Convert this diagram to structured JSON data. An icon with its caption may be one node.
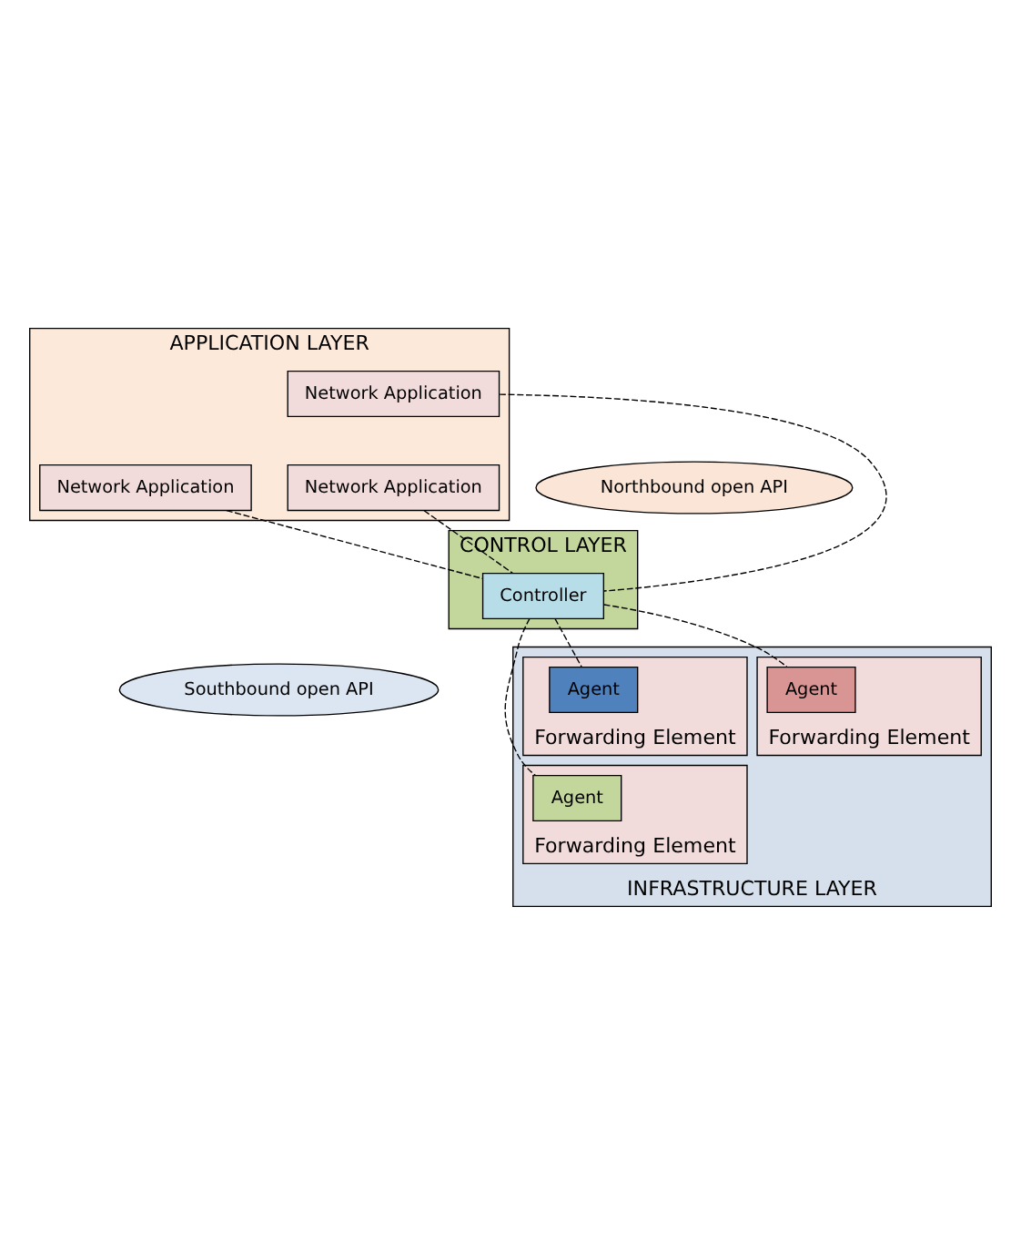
{
  "diagram": {
    "nodes": [
      {
        "text": [
          "APPLICATION LAYER"
        ]
      },
      {
        "text": [
          "Network Application"
        ],
        "in": 0
      },
      {
        "text": [
          "Network Application"
        ],
        "in": 0
      },
      {
        "text": [
          "Network Application"
        ],
        "in": 0
      },
      {
        "text": [
          "Northbound open API"
        ]
      },
      {
        "text": [
          "CONTROL LAYER"
        ]
      },
      {
        "text": [
          "Controller"
        ],
        "in": 5
      },
      {
        "text": [
          "Southbound open API"
        ]
      },
      {
        "text": [
          "INFRASTRUCTURE LAYER"
        ]
      },
      {
        "text": [
          "Forwarding Element"
        ],
        "in": 8
      },
      {
        "text": [
          "Agent"
        ],
        "in": 9
      },
      {
        "text": [
          "Forwarding Element"
        ],
        "in": 8
      },
      {
        "text": [
          "Agent"
        ],
        "in": 11
      },
      {
        "text": [
          "Forwarding Element"
        ],
        "in": 8
      },
      {
        "text": [
          "Agent"
        ],
        "in": 13
      }
    ],
    "edges": [
      {
        "from": 1,
        "to": 6,
        "arrow": "none",
        "style": "dashed"
      },
      {
        "from": 2,
        "to": 6,
        "arrow": "none",
        "style": "dashed"
      },
      {
        "from": 3,
        "to": 6,
        "arrow": "none",
        "style": "dashed"
      },
      {
        "from": 6,
        "to": 10,
        "arrow": "none",
        "style": "dashed"
      },
      {
        "from": 6,
        "to": 12,
        "arrow": "none",
        "style": "dashed"
      },
      {
        "from": 6,
        "to": 14,
        "arrow": "none",
        "style": "dashed"
      }
    ]
  }
}
